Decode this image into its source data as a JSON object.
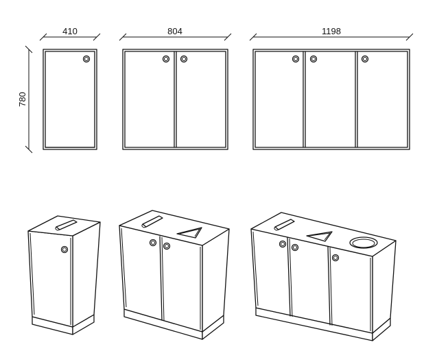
{
  "dimensions": {
    "width_small": "410",
    "width_medium": "804",
    "width_large": "1198",
    "height": "780"
  },
  "colors": {
    "line": "#111111",
    "background": "#ffffff"
  },
  "icons": {
    "knob": "circle-knob-icon",
    "paper_slot": "paper-slot-icon",
    "triangle_opening": "triangle-opening-icon",
    "round_opening": "round-opening-icon"
  }
}
